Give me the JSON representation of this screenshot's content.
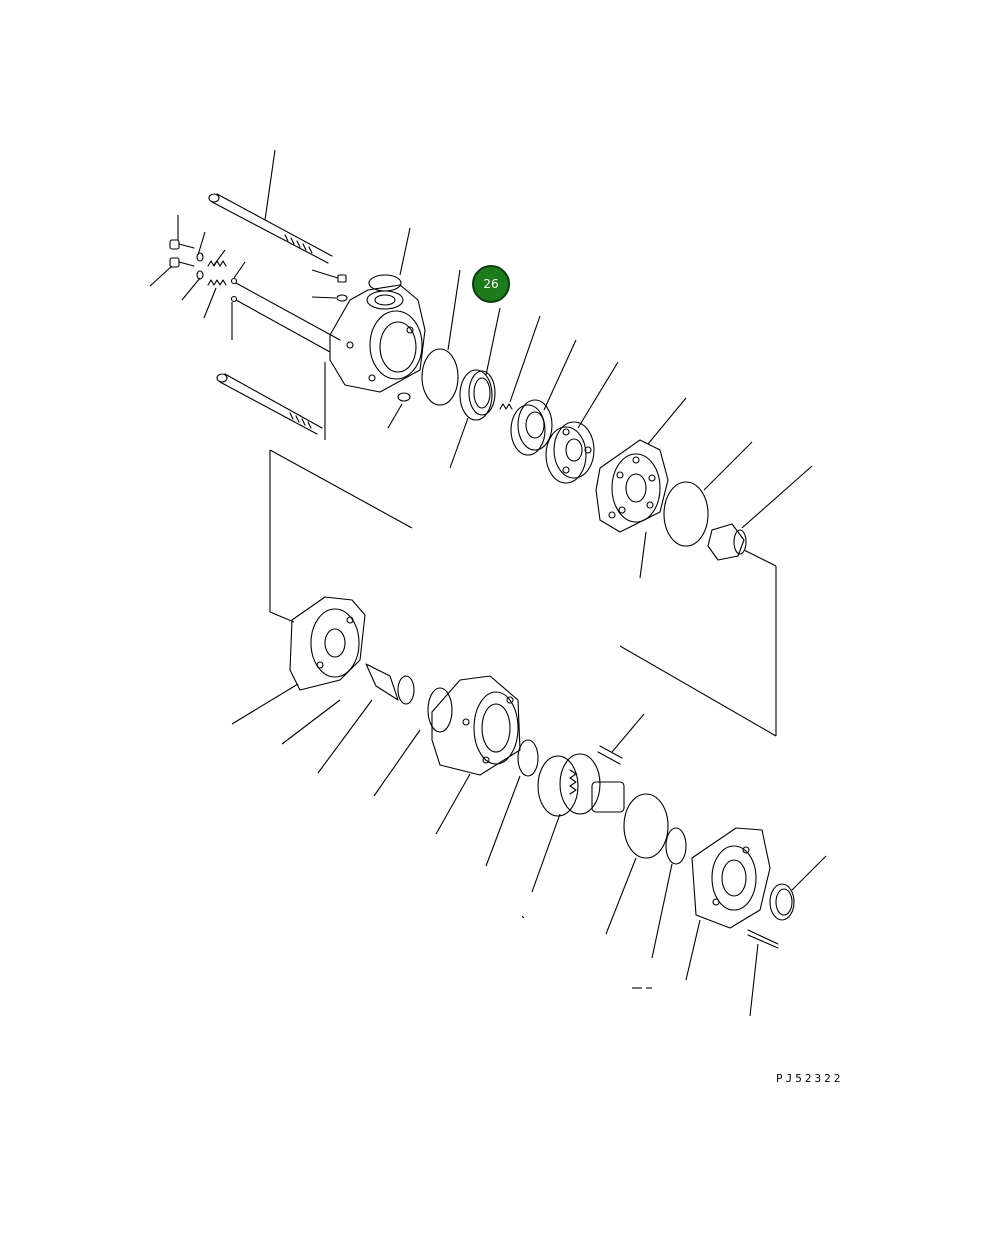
{
  "callout": {
    "label": "26",
    "color": "#1d7a1d"
  },
  "drawing_number": "PJ52322",
  "icons": [
    "exploded-parts-diagram"
  ]
}
